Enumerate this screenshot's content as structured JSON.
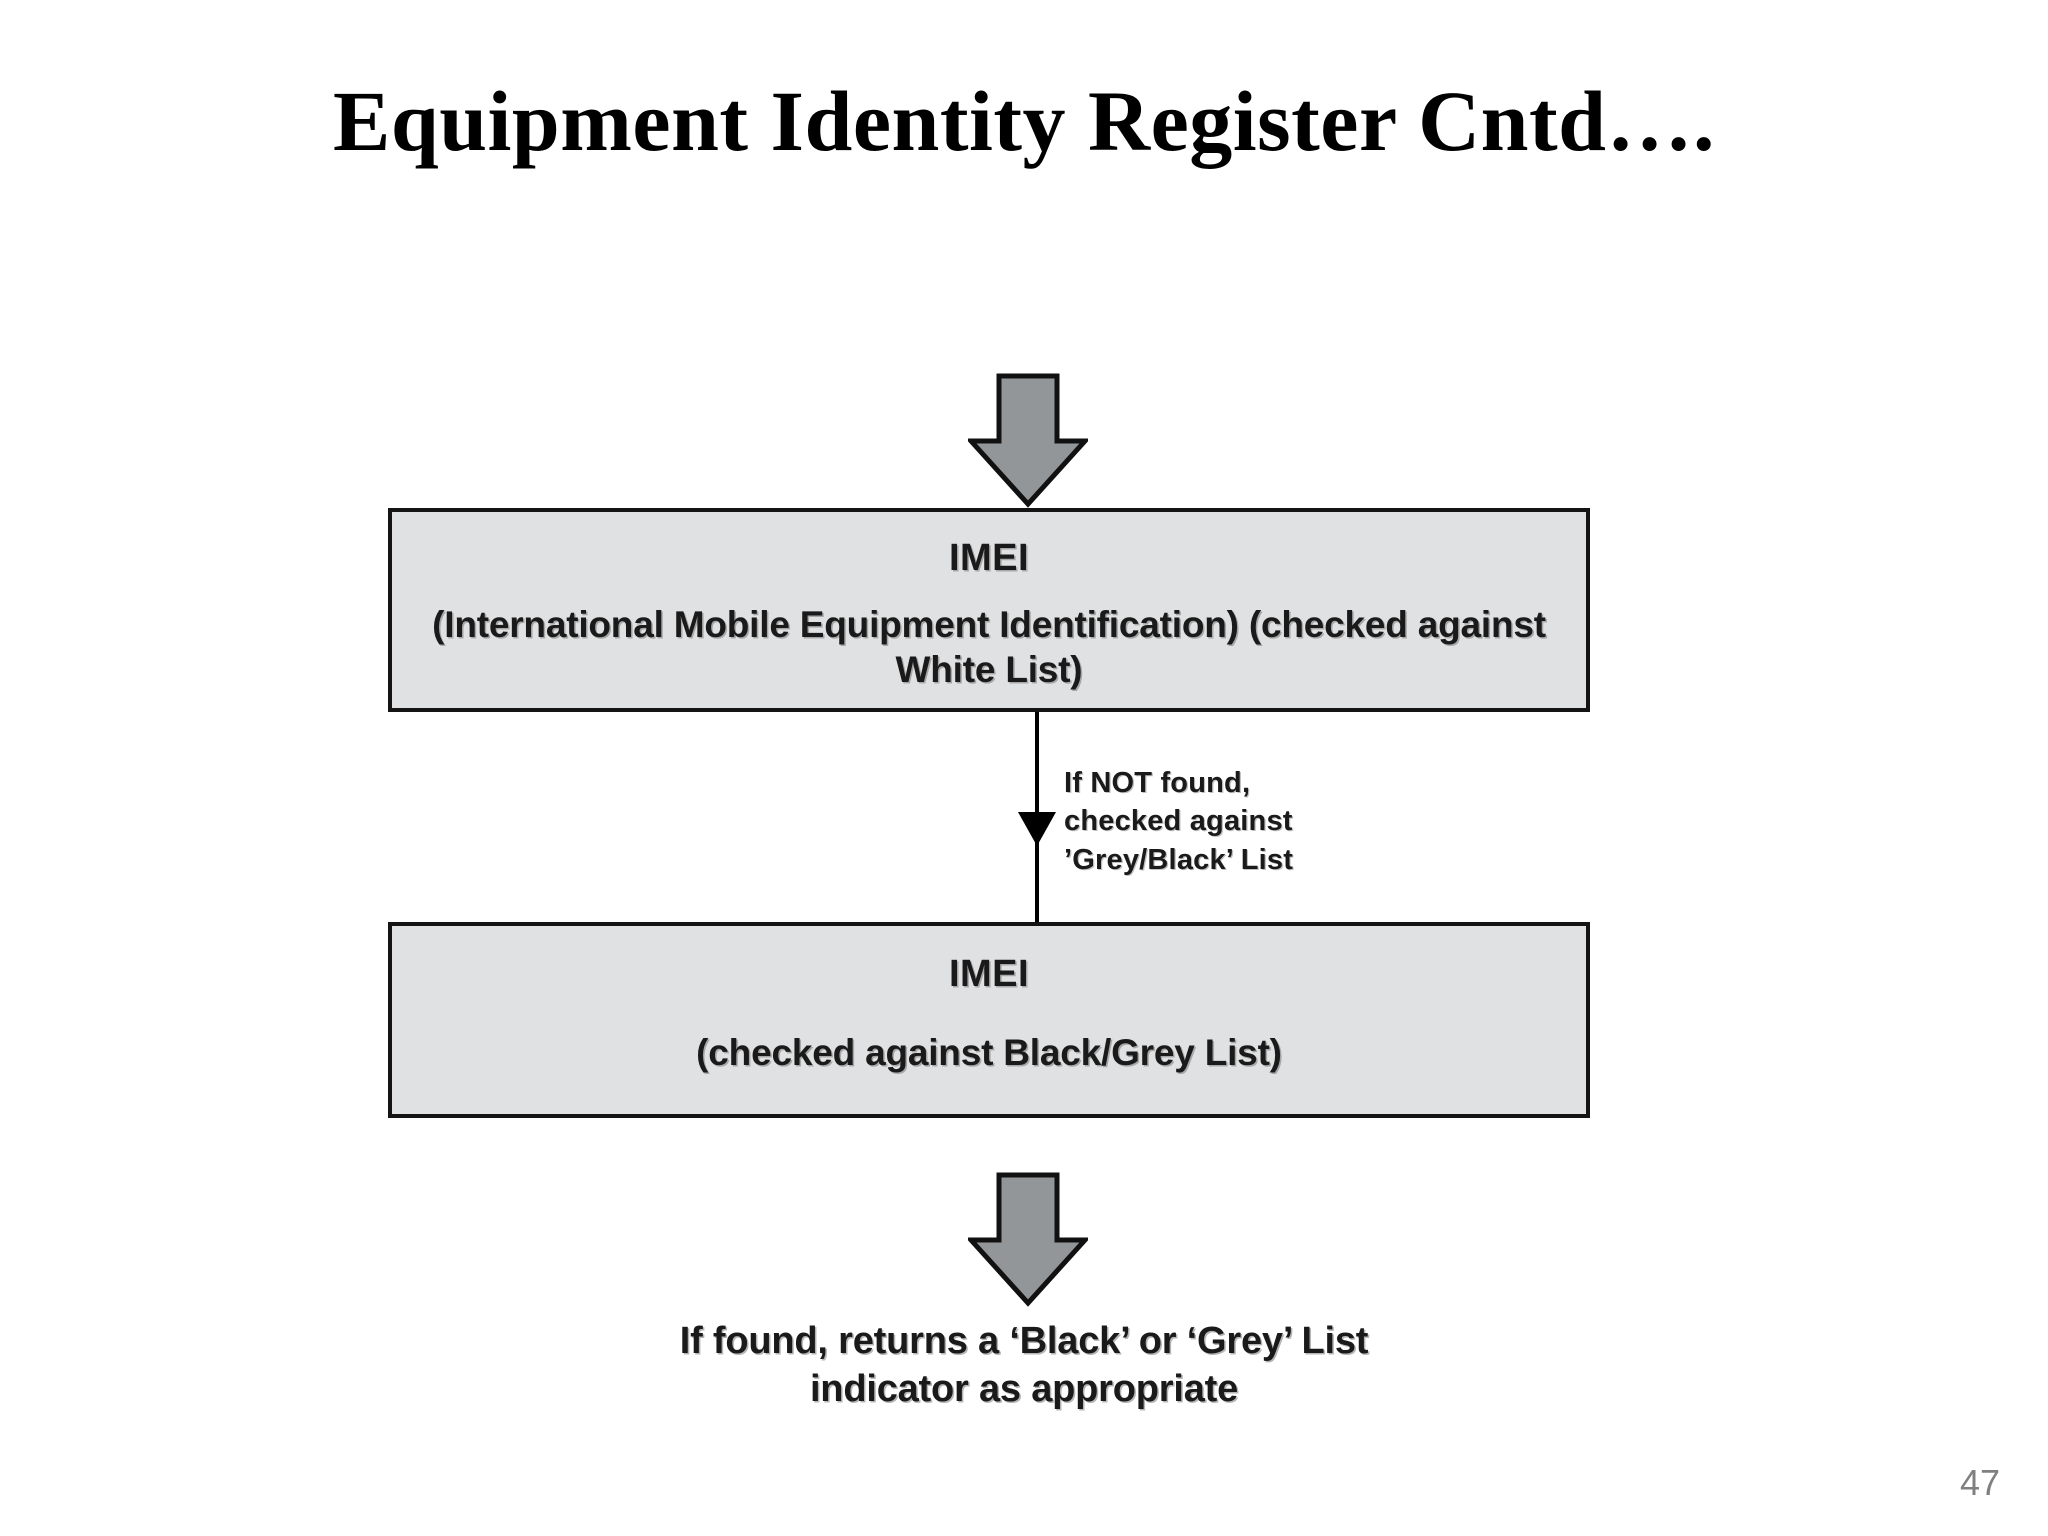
{
  "slide": {
    "title": "Equipment Identity Register Cntd….",
    "page_number": "47",
    "background_color": "#ffffff"
  },
  "theme": {
    "box_fill": "#e0e1e2",
    "box_border": "#141414",
    "arrow_fill": "#939699",
    "arrow_stroke": "#111111",
    "text_color": "#1a1a1a",
    "page_number_color": "#808080"
  },
  "diagram": {
    "type": "flowchart",
    "orientation": "top-to-bottom",
    "nodes": [
      {
        "id": "arrow-top",
        "kind": "block-arrow",
        "direction": "down",
        "icon": "arrow-down-icon"
      },
      {
        "id": "box-imei-white",
        "kind": "process-box",
        "heading": "IMEI",
        "subtext": "(International Mobile Equipment Identification)\n(checked against White List)"
      },
      {
        "id": "connector-white-to-black",
        "kind": "connector",
        "icon": "arrow-down-icon",
        "label": "If NOT found,\nchecked against\n’Grey/Black’ List"
      },
      {
        "id": "box-imei-black",
        "kind": "process-box",
        "heading": "IMEI",
        "subtext": "(checked against Black/Grey List)"
      },
      {
        "id": "arrow-bottom",
        "kind": "block-arrow",
        "direction": "down",
        "icon": "arrow-down-icon"
      },
      {
        "id": "result-caption",
        "kind": "caption",
        "text": "If found, returns a ‘Black’ or ‘Grey’ List\nindicator as appropriate"
      }
    ]
  }
}
